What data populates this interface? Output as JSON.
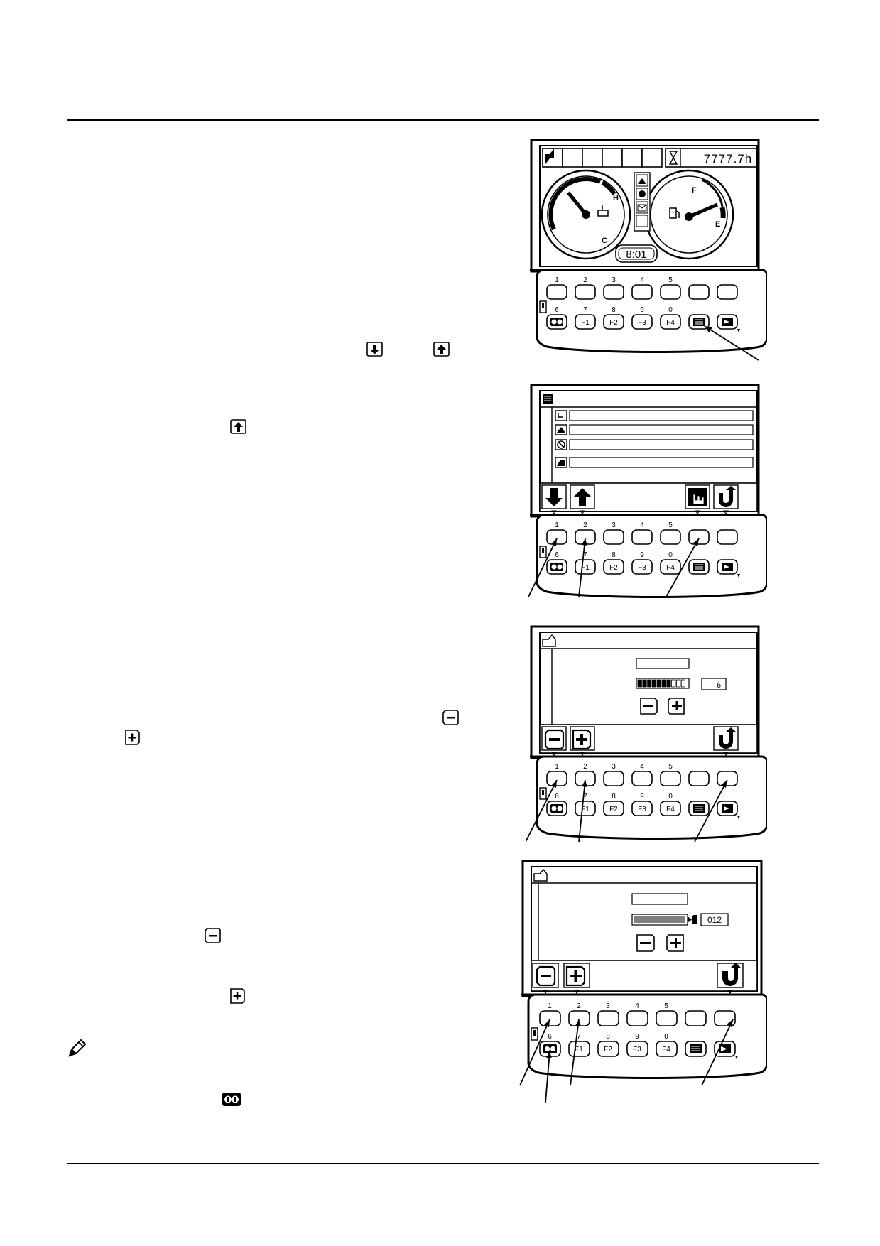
{
  "figure1": {
    "hour_meter": "7777.7h",
    "clock": "8:01",
    "temp_gauge": {
      "high_label": "H",
      "low_label": "C"
    },
    "fuel_gauge": {
      "full_label": "F",
      "empty_label": "E"
    },
    "keypad_top_numbers": [
      "1",
      "2",
      "3",
      "4",
      "5"
    ],
    "keypad_bottom_numbers": [
      "6",
      "7",
      "8",
      "9",
      "0"
    ],
    "function_keys": [
      "F1",
      "F2",
      "F3",
      "F4"
    ]
  },
  "figure2": {
    "keypad_top_numbers": [
      "1",
      "2",
      "3",
      "4",
      "5"
    ],
    "keypad_bottom_numbers": [
      "6",
      "7",
      "8",
      "9",
      "0"
    ],
    "function_keys": [
      "F1",
      "F2",
      "F3",
      "F4"
    ]
  },
  "figure3": {
    "level_value": "6",
    "level_fraction": 0.7,
    "keypad_top_numbers": [
      "1",
      "2",
      "3",
      "4",
      "5"
    ],
    "keypad_bottom_numbers": [
      "6",
      "7",
      "8",
      "9",
      "0"
    ],
    "function_keys": [
      "F1",
      "F2",
      "F3",
      "F4"
    ]
  },
  "figure4": {
    "level_value": "012",
    "keypad_top_numbers": [
      "1",
      "2",
      "3",
      "4",
      "5"
    ],
    "keypad_bottom_numbers": [
      "6",
      "7",
      "8",
      "9",
      "0"
    ],
    "function_keys": [
      "F1",
      "F2",
      "F3",
      "F4"
    ]
  },
  "icons": {
    "inline": [
      "arrow-down-icon",
      "arrow-up-icon",
      "arrow-up-icon",
      "minus-icon",
      "plus-icon",
      "minus-icon",
      "plus-icon",
      "note-pencil-icon",
      "reset-buttons-icon"
    ]
  }
}
